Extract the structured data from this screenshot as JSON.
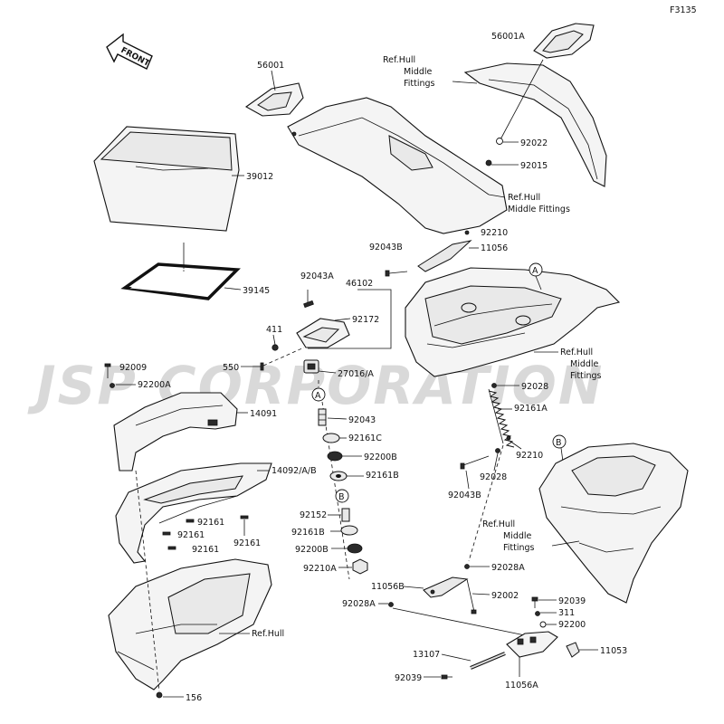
{
  "figure_code": "F3135",
  "watermark": "JSP CORPORATION",
  "front_arrow_label": "FRONT",
  "callout_markers": {
    "a": "A",
    "b": "B"
  },
  "part_labels": {
    "p56001": "56001",
    "p56001a": "56001A",
    "p39012": "39012",
    "p39145": "39145",
    "p92022": "92022",
    "p92015": "92015",
    "p92210_top": "92210",
    "p92043b_top": "92043B",
    "p11056": "11056",
    "p92043a": "92043A",
    "p46102": "46102",
    "p92172": "92172",
    "p411": "411",
    "p550": "550",
    "p27016a": "27016/A",
    "p92009": "92009",
    "p92200a": "92200A",
    "p14091": "14091",
    "p92043": "92043",
    "p92161c": "92161C",
    "p92200b_top": "92200B",
    "p92161b_top": "92161B",
    "p14092": "14092/A/B",
    "p92161_1": "92161",
    "p92161_2": "92161",
    "p92161_3": "92161",
    "p92161_4": "92161",
    "p92152": "92152",
    "p92161b_bot": "92161B",
    "p92200b_bot": "92200B",
    "p92210a": "92210A",
    "p92028_top": "92028",
    "p92161a": "92161A",
    "p92210_mid": "92210",
    "p92028_mid": "92028",
    "p92043b_mid": "92043B",
    "p92028a_right": "92028A",
    "p11056b": "11056B",
    "p92002": "92002",
    "p92028a_left": "92028A",
    "p92039_right": "92039",
    "p311": "311",
    "p92200": "92200",
    "p11053": "11053",
    "p13107": "13107",
    "p92039_left": "92039",
    "p11056a": "11056A",
    "p156": "156"
  },
  "reference_labels": {
    "hull_middle_top": [
      "Ref.Hull",
      "Middle",
      "Fittings"
    ],
    "hull_middle_right": [
      "Ref.Hull",
      "Middle Fittings"
    ],
    "hull_middle_mid": [
      "Ref.Hull",
      "Middle",
      "Fittings"
    ],
    "hull_middle_b": [
      "Ref.Hull",
      "Middle",
      "Fittings"
    ],
    "hull": "Ref.Hull"
  }
}
